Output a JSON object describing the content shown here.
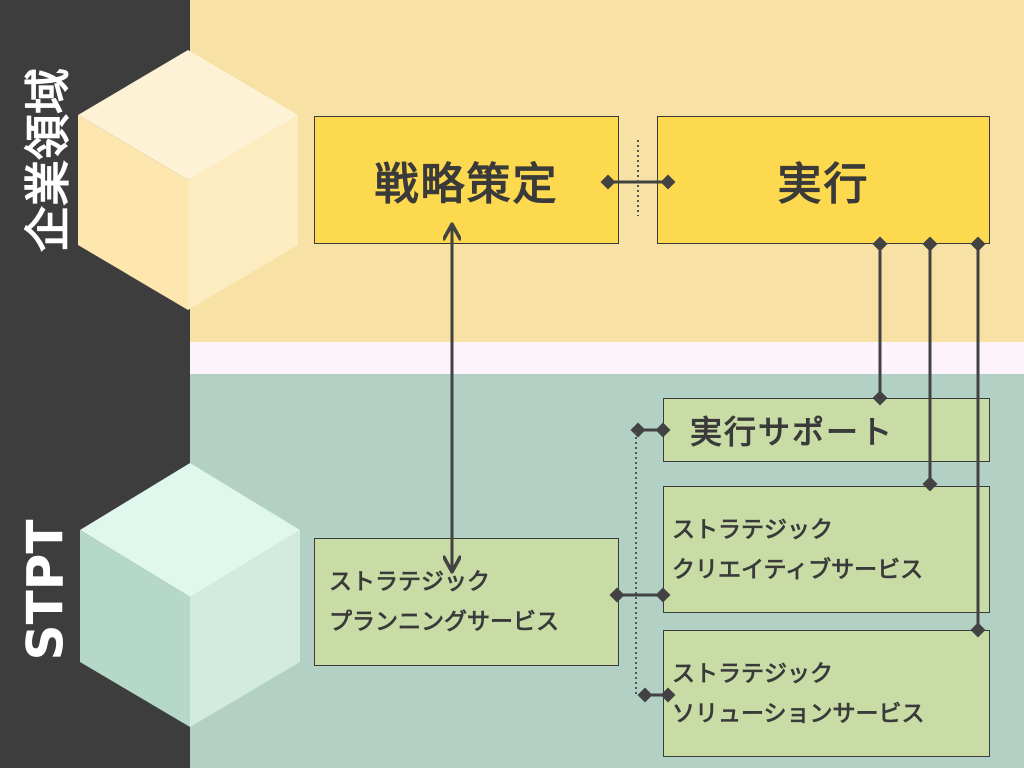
{
  "left_bar": {
    "top_label": "企業領域",
    "bottom_label": "STPT"
  },
  "boxes": {
    "strategy": "戦略策定",
    "execution": "実行",
    "execution_support": "実行サポート",
    "planning": {
      "line1": "ストラテジック",
      "line2": "プランニングサービス"
    },
    "creative": {
      "line1": "ストラテジック",
      "line2": "クリエイティブサービス"
    },
    "solution": {
      "line1": "ストラテジック",
      "line2": "ソリューションサービス"
    }
  },
  "colors": {
    "sidebar": "#3d3d3d",
    "enterprise_band": "#f7e1a5",
    "divider_band": "#fdf4fb",
    "stpt_band": "#b2d0c3",
    "primary_box": "#fdd94f",
    "service_box": "#c9dca6",
    "line": "#424242"
  }
}
